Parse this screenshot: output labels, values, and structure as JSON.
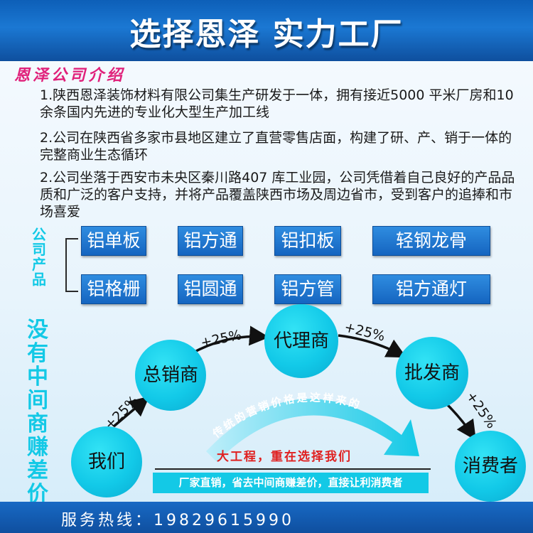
{
  "banner": {
    "title": "选择恩泽  实力工厂"
  },
  "intro": {
    "title": "恩泽公司介绍",
    "paragraphs": [
      "1.陕西恩泽装饰材料有限公司集生产研发于一体，拥有接近5000 平米厂房和10 余条国内先进的专业化大型生产加工线",
      "2.公司在陕西省多家市县地区建立了直营零售店面，构建了研、产、销于一体的完整商业生态循环",
      "2.公司坐落于西安市未央区秦川路407 库工业园，公司凭借着自己良好的产品品质和广泛的客户支持，并将产品覆盖陕西市场及周边省市，受到客户的追捧和市场喜爱"
    ]
  },
  "products": {
    "vertical_label": [
      "公",
      "司",
      "产",
      "品"
    ],
    "items": [
      "铝单板",
      "铝方通",
      "铝扣板",
      "轻钢龙骨",
      "铝格栅",
      "铝圆通",
      "铝方管",
      "铝方通灯"
    ]
  },
  "channel": {
    "vertical_label": [
      "没",
      "有",
      "中",
      "间",
      "商",
      "赚",
      "差",
      "价"
    ],
    "nodes": {
      "us": "我们",
      "general": "总销商",
      "agent": "代理商",
      "wholesale": "批发商",
      "consumer": "消费者"
    },
    "markup": [
      "+25%",
      "+25%",
      "+25%",
      "+25%"
    ],
    "curve_text": "传统的营销价格是这样来的",
    "slogan": "大工程，重在选择我们",
    "factory_direct": "厂家直销，省去中间商赚差价，直接让利消费者"
  },
  "colors": {
    "banner": "#1565c0",
    "accent": "#13c9e6",
    "pink": "#e0207a",
    "red": "#e02020"
  },
  "footer": {
    "hotline": "服务热线：19829615990"
  }
}
